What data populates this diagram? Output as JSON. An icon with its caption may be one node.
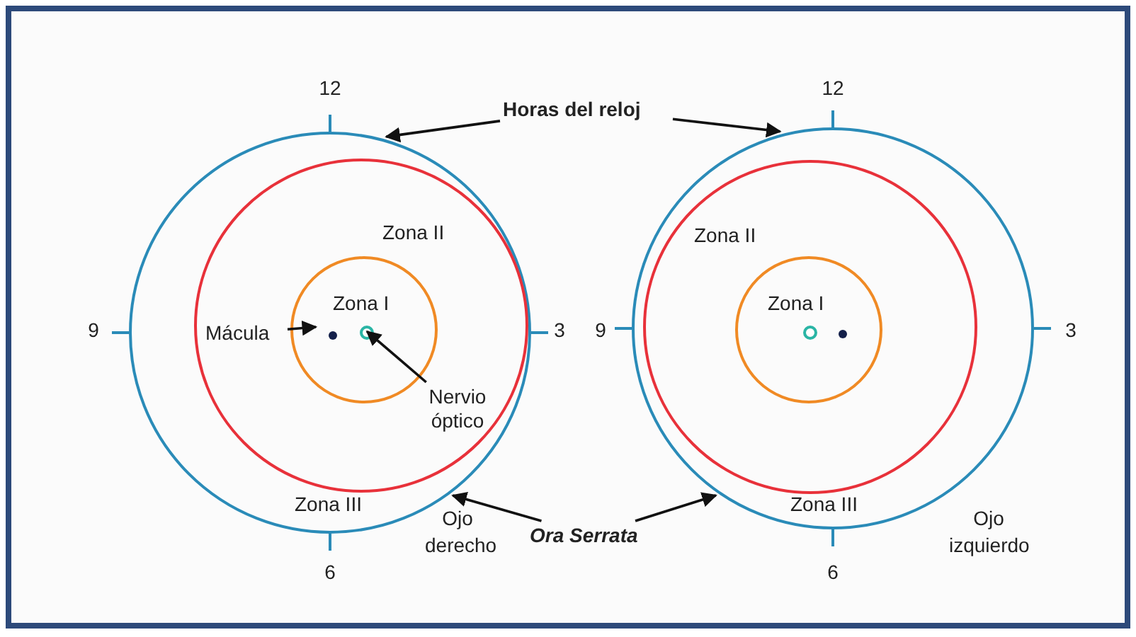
{
  "diagram": {
    "nodes": [
      {
        "text": [
          "Horas del reloj"
        ]
      },
      {
        "text": [
          "Zona III"
        ],
        "beside": [
          "Ojo derecho"
        ]
      },
      {
        "text": [
          "Zona II"
        ],
        "in": 1
      },
      {
        "text": [
          "Zona I"
        ],
        "in": 2
      },
      {
        "text": [],
        "shape": "circle",
        "in": 3
      },
      {
        "text": [],
        "shape": "circle",
        "in": 3
      },
      {
        "text": [
          "Mácula"
        ],
        "in": 2
      },
      {
        "text": [
          "Nervio óptico"
        ],
        "in": 2
      },
      {
        "text": [
          "Ora Serrata"
        ]
      },
      {
        "text": [
          "Zona III"
        ],
        "beside": [
          "Ojo izquierdo"
        ]
      },
      {
        "text": [
          "Zona II"
        ],
        "in": 9
      },
      {
        "text": [
          "Zona I"
        ],
        "in": 10
      },
      {
        "text": [],
        "shape": "circle",
        "in": 11
      },
      {
        "text": [],
        "shape": "circle",
        "in": 11
      }
    ],
    "edges": [
      {
        "from": 0,
        "to": 1,
        "arrow": "to"
      },
      {
        "from": 0,
        "to": 9,
        "arrow": "to"
      },
      {
        "from": 6,
        "to": 4,
        "arrow": "to"
      },
      {
        "from": 7,
        "to": 5,
        "arrow": "to"
      },
      {
        "from": 8,
        "to": 1,
        "arrow": "to"
      },
      {
        "from": 8,
        "to": 9,
        "arrow": "to"
      }
    ],
    "labels": [
      "12",
      "12",
      "9",
      "3",
      "9",
      "3",
      "6",
      "6"
    ]
  }
}
